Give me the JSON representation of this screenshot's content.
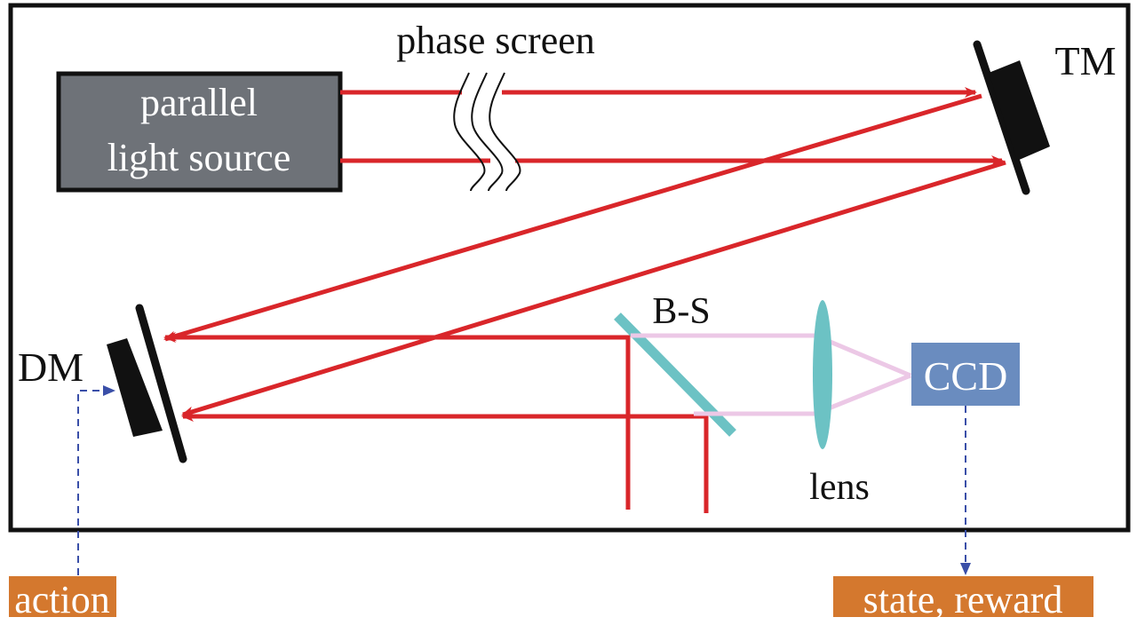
{
  "diagram": {
    "title_labels": {
      "phase_screen": "phase screen",
      "tm": "TM",
      "dm": "DM",
      "bs": "B-S",
      "lens": "lens",
      "ccd": "CCD"
    },
    "source": {
      "line1": "parallel",
      "line2": "light source"
    },
    "outputs": {
      "action": "action",
      "state_reward": "state, reward"
    },
    "colors": {
      "beam": "#d9262a",
      "source_box": "#6e7278",
      "mirror": "#111111",
      "splitter_lens": "#6cc2c4",
      "reflected_beam": "#ecc8e6",
      "ccd_box": "#6a8cbf",
      "output_box": "#d4782e",
      "control_arrow": "#3a4fa8"
    }
  }
}
